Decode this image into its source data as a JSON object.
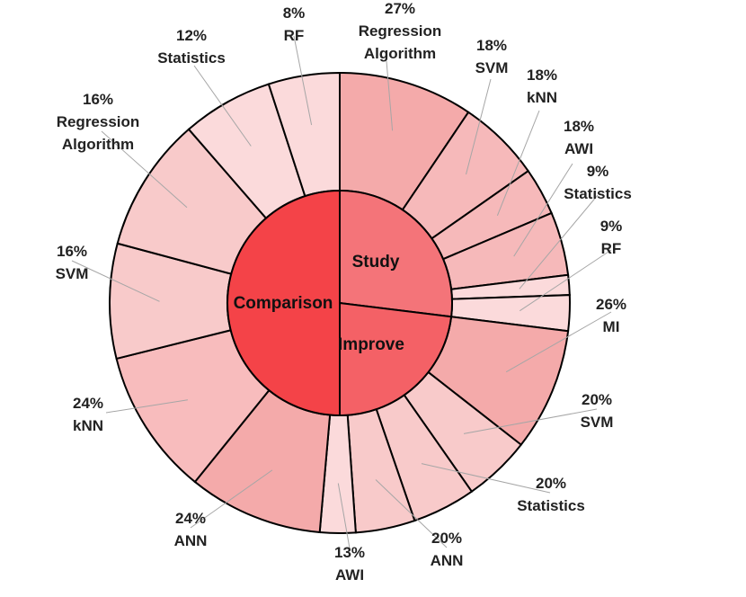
{
  "chart_data": {
    "type": "sunburst",
    "groups": [
      {
        "name": "Study",
        "color": "#f47479",
        "children": [
          {
            "pct": "27%",
            "name": [
              "Regression",
              "Algorithm"
            ],
            "value": 27,
            "color": "#f4aaaa"
          },
          {
            "pct": "18%",
            "name": [
              "SVM"
            ],
            "value": 18,
            "color": "#f6b9ba"
          },
          {
            "pct": "18%",
            "name": [
              "kNN"
            ],
            "value": 18,
            "color": "#f6b9ba"
          },
          {
            "pct": "18%",
            "name": [
              "AWI"
            ],
            "value": 18,
            "color": "#f6b9ba"
          },
          {
            "pct": "9%",
            "name": [
              "Statistics"
            ],
            "value": 9,
            "color": "#fbdadb"
          },
          {
            "pct": "9%",
            "name": [
              "RF"
            ],
            "value": 9,
            "color": "#fbdadb"
          }
        ]
      },
      {
        "name": "Improve",
        "color": "#f46166",
        "children": [
          {
            "pct": "26%",
            "name": [
              "MI"
            ],
            "value": 26,
            "color": "#f4aaaa"
          },
          {
            "pct": "20%",
            "name": [
              "SVM"
            ],
            "value": 20,
            "color": "#f8caca"
          },
          {
            "pct": "20%",
            "name": [
              "Statistics"
            ],
            "value": 20,
            "color": "#f8caca"
          },
          {
            "pct": "20%",
            "name": [
              "ANN"
            ],
            "value": 20,
            "color": "#f8caca"
          },
          {
            "pct": "13%",
            "name": [
              "AWI"
            ],
            "value": 13,
            "color": "#fbdadb"
          }
        ]
      },
      {
        "name": "Comparison",
        "color": "#f44348",
        "children": [
          {
            "pct": "24%",
            "name": [
              "ANN"
            ],
            "value": 24,
            "color": "#f4aaaa"
          },
          {
            "pct": "24%",
            "name": [
              "kNN"
            ],
            "value": 24,
            "color": "#f8bcbd"
          },
          {
            "pct": "16%",
            "name": [
              "SVM"
            ],
            "value": 16,
            "color": "#f8caca"
          },
          {
            "pct": "16%",
            "name": [
              "Regression",
              "Algorithm"
            ],
            "value": 16,
            "color": "#f8caca"
          },
          {
            "pct": "12%",
            "name": [
              "Statistics"
            ],
            "value": 12,
            "color": "#fbdadb"
          },
          {
            "pct": "8%",
            "name": [
              "RF"
            ],
            "value": 8,
            "color": "#fbdadb"
          }
        ]
      }
    ]
  }
}
